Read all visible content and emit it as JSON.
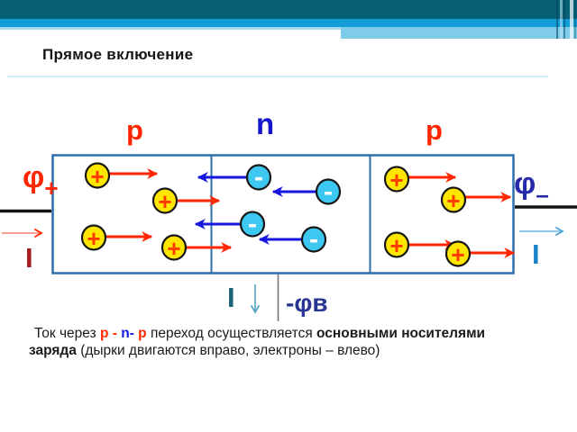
{
  "slide": {
    "title": "Прямое включение",
    "regions": {
      "left": "p",
      "middle": "n",
      "right": "p"
    },
    "labels": {
      "phi_left": "φ",
      "phi_left_sub": "+",
      "phi_right": "φ",
      "phi_right_sub": "–",
      "current_left": "I",
      "current_right": "I",
      "current_bottom": "I",
      "barrier_potential": "-φв"
    },
    "carriers": {
      "hole_symbol": "+",
      "electron_symbol": "-"
    },
    "caption": {
      "s1": "Ток через ",
      "s2": "p - ",
      "s3": "n- ",
      "s4": "p",
      "s5": " переход осуществляется ",
      "s6": "основными носителями заряда",
      "s7": " (дырки двигаются вправо, электроны – влево)"
    },
    "colors": {
      "hole_fill": "#ffe600",
      "electron_fill": "#3cc8f0",
      "red_accent": "#ff2600",
      "blue_accent": "#1616e0",
      "box_border": "#2e6fad",
      "header_dark": "#086076",
      "header_blue": "#129cd8",
      "header_light": "#7ecbea"
    }
  }
}
